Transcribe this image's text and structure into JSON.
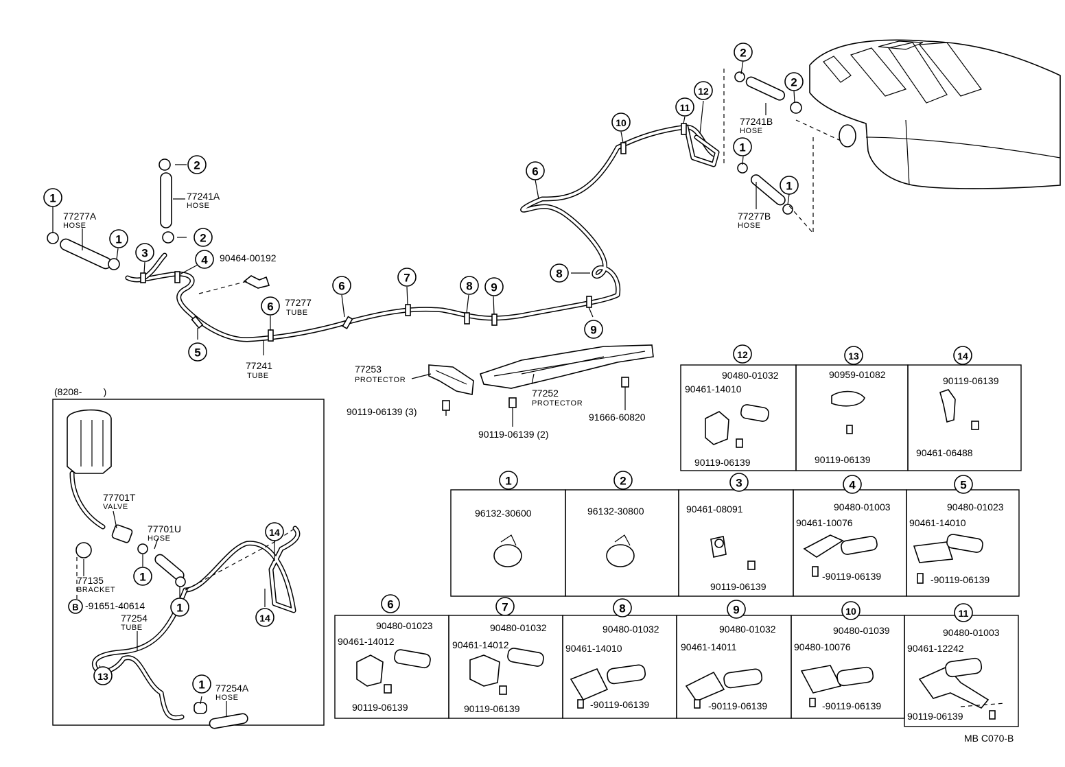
{
  "diagram_code": "MB C070-B",
  "inset_label": "(8208-        )",
  "callouts": {
    "c1": "1",
    "c2": "2",
    "c3": "3",
    "c4": "4",
    "c5": "5",
    "c6": "6",
    "c7": "7",
    "c8": "8",
    "c9": "9",
    "c10": "10",
    "c11": "11",
    "c12": "12",
    "c13": "13",
    "c14": "14",
    "b": "B"
  },
  "parts": {
    "p77277A": "77277A",
    "hose": "HOSE",
    "p77241A": "77241A",
    "p90464": "90464-00192",
    "p77277": "77277",
    "tube": "TUBE",
    "p77241": "77241",
    "p77241B": "77241B",
    "p77277B": "77277B",
    "p77253": "77253",
    "protector": "PROTECTOR",
    "p77252": "77252",
    "p90119_3": "90119-06139 (3)",
    "p90119_2": "90119-06139 (2)",
    "p91666": "91666-60820",
    "p77701T": "77701T",
    "valve": "VALVE",
    "p77701U": "77701U",
    "p77135": "77135",
    "bracket": "BRACKET",
    "p91651": "-91651-40614",
    "p77254": "77254",
    "p77254A": "77254A"
  },
  "detail_boxes": {
    "b12": {
      "a": "90480-01032",
      "b": "90461-14010",
      "c": "90119-06139"
    },
    "b13": {
      "a": "90959-01082",
      "c": "90119-06139"
    },
    "b14": {
      "a": "90119-06139",
      "b": "90461-06488"
    },
    "b1": {
      "a": "96132-30600"
    },
    "b2": {
      "a": "96132-30800"
    },
    "b3": {
      "a": "90461-08091",
      "c": "90119-06139"
    },
    "b4": {
      "a": "90480-01003",
      "b": "90461-10076",
      "c": "-90119-06139"
    },
    "b5": {
      "a": "90480-01023",
      "b": "90461-14010",
      "c": "-90119-06139"
    },
    "b6": {
      "a": "90480-01023",
      "b": "90461-14012",
      "c": "90119-06139"
    },
    "b7": {
      "a": "90480-01032",
      "b": "90461-14012",
      "c": "90119-06139"
    },
    "b8": {
      "a": "90480-01032",
      "b": "90461-14010",
      "c": "-90119-06139"
    },
    "b9": {
      "a": "90480-01032",
      "b": "90461-14011",
      "c": "-90119-06139"
    },
    "b10": {
      "a": "90480-01039",
      "b": "90480-10076",
      "c": "-90119-06139"
    },
    "b11": {
      "a": "90480-01003",
      "b": "90461-12242",
      "c": "90119-06139"
    }
  }
}
